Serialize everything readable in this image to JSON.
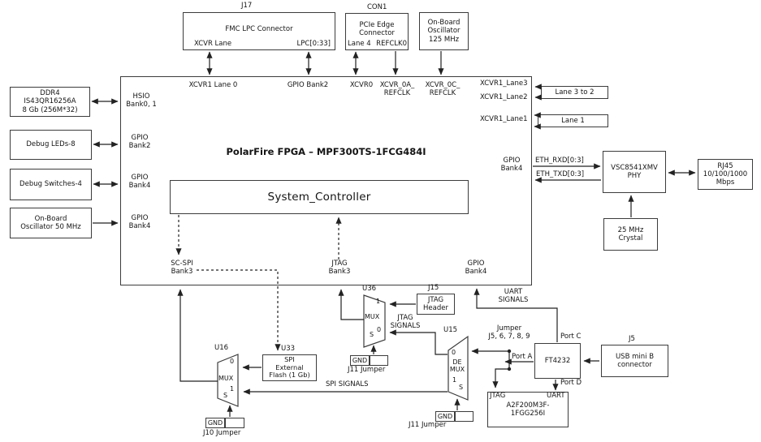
{
  "top": {
    "j17": {
      "ref": "J17",
      "title": "FMC LPC Connector",
      "left_pin": "XCVR Lane",
      "right_pin": "LPC[0:33]"
    },
    "con1": {
      "ref": "CON1",
      "title": "PCIe Edge\nConnector",
      "left_pin": "Lane 4",
      "right_pin": "REFCLK0"
    },
    "osc125": {
      "title": "On-Board\nOscillator\n125 MHz"
    }
  },
  "left": {
    "ddr4": "DDR4\nIS43QR16256A\n8 Gb (256M*32)",
    "leds": "Debug LEDs-8",
    "switches": "Debug Switches-4",
    "osc50": "On-Board\nOscillator 50 MHz"
  },
  "fpga": {
    "title": "PolarFire FPGA – MPF300TS-1FCG484I",
    "system_controller": "System_Controller",
    "hsio": "HSIO\nBank0, 1",
    "gpio2": "GPIO\nBank2",
    "gpio4a": "GPIO\nBank4",
    "gpio4b": "GPIO\nBank4",
    "top_xcvr1_lane0": "XCVR1 Lane 0",
    "top_gpio_bank2": "GPIO Bank2",
    "top_xcvr0": "XCVR0",
    "top_xcvr_0a": "XCVR_0A_\nREFCLK",
    "top_xcvr_0c": "XCVR_0C_\nREFCLK",
    "lane3": "XCVR1_Lane3",
    "lane2": "XCVR1_Lane2",
    "lane1": "XCVR1_Lane1",
    "gpio4_eth": "GPIO\nBank4",
    "scspi": "SC-SPI\nBank3",
    "jtag": "JTAG\nBank3",
    "gpio4_bottom": "GPIO\nBank4"
  },
  "right": {
    "lane32_box": "Lane 3 to 2",
    "lane1_box": "Lane 1",
    "eth_rxd": "ETH_RXD[0:3]",
    "eth_txd": "ETH_TXD[0:3]",
    "phy": "VSC8541XMV\nPHY",
    "rj45": "RJ45\n10/100/1000\nMbps",
    "crystal": "25 MHz\nCrystal"
  },
  "bottom": {
    "u36": {
      "ref": "U36",
      "mux": "MUX",
      "in1": "1",
      "in0": "0",
      "sel": "S"
    },
    "u16": {
      "ref": "U16",
      "mux": "MUX",
      "in0": "0",
      "in1": "1",
      "sel": "S"
    },
    "u15": {
      "ref": "U15",
      "demux": "DE\nMUX",
      "out0": "0",
      "out1": "1",
      "sel": "S"
    },
    "j15": {
      "ref": "J15",
      "title": "JTAG\nHeader"
    },
    "u33": {
      "ref": "U33",
      "title": "SPI\nExternal\nFlash (1 Gb)"
    },
    "ft4232": {
      "title": "FT4232",
      "port_a": "Port A",
      "port_c": "Port C",
      "port_d": "Port D"
    },
    "usb": {
      "ref": "J5",
      "title": "USB mini B\nconnector"
    },
    "a2f": {
      "title": "A2F200M3F-\n1FGG256I",
      "jtag": "JTAG",
      "uart": "UART"
    },
    "jumper_label": "Jumper\nJ5, 6, 7, 8, 9",
    "uart_signals": "UART\nSIGNALS",
    "jtag_signals": "JTAG\nSIGNALS",
    "spi_signals": "SPI SIGNALS",
    "gnd1": {
      "gnd": "GND",
      "label": "J11 Jumper"
    },
    "gnd2": {
      "gnd": "GND",
      "label": "J10 Jumper"
    },
    "gnd3": {
      "gnd": "GND",
      "label": "J11 Jumper"
    }
  }
}
